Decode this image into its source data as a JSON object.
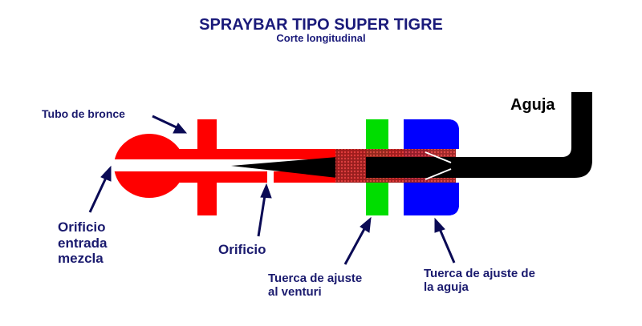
{
  "title": "SPRAYBAR TIPO SUPER TIGRE",
  "subtitle": "Corte longitudinal",
  "labels": {
    "tubo": "Tubo de bronce",
    "aguja": "Aguja",
    "orificio_entrada": "Orificio\nentrada\nmezcla",
    "orificio": "Orificio",
    "tuerca_venturi": "Tuerca de ajuste\nal venturi",
    "tuerca_aguja": "Tuerca de ajuste de\nla aguja"
  },
  "colors": {
    "text": "#1a1a6e",
    "tube": "#ff0000",
    "venturi_nut": "#00dd00",
    "needle_nut": "#0000ff",
    "needle": "#000000",
    "thread": "#c83232"
  }
}
